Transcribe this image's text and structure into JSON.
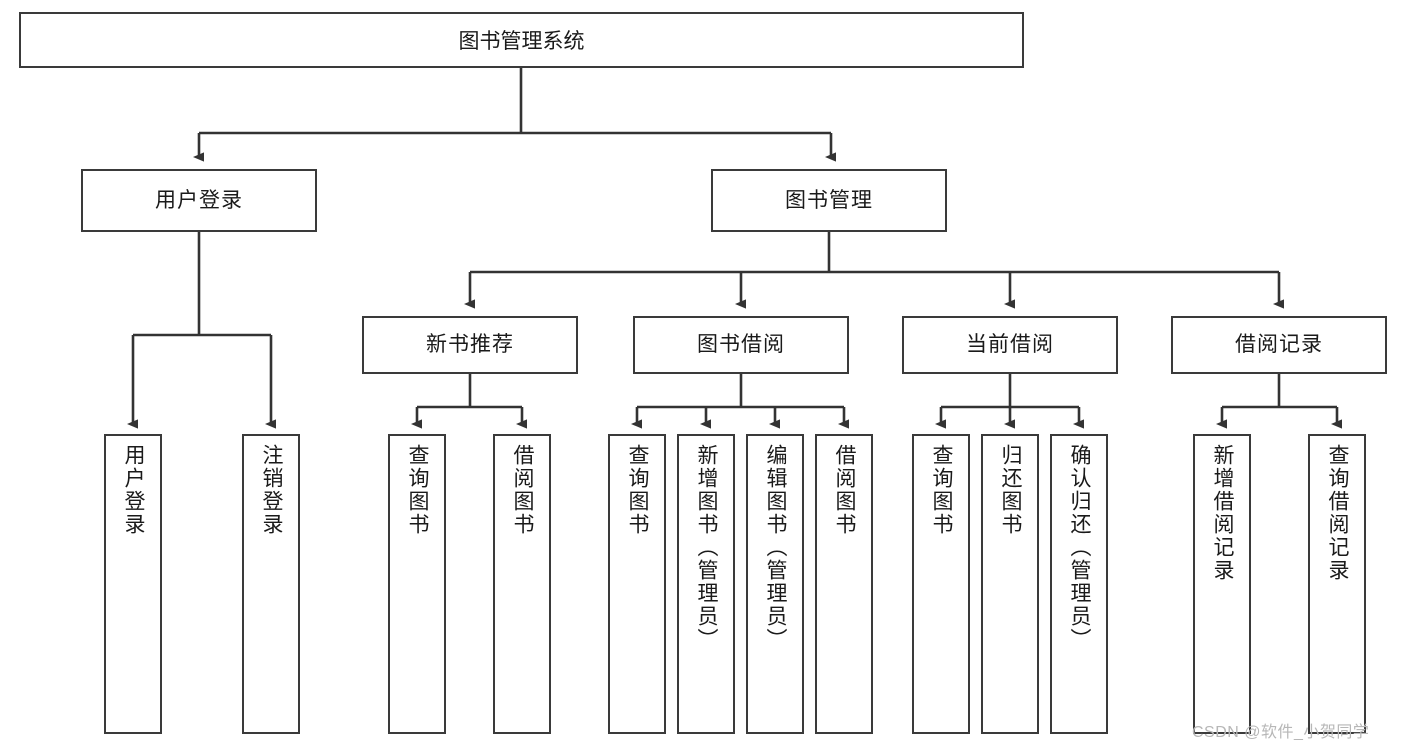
{
  "diagram": {
    "title": "图书管理系统",
    "type": "hierarchy-tree",
    "orientation": "top-down",
    "colors": {
      "box_border": "#3a3a3a",
      "box_fill": "#ffffff",
      "edge": "#333333",
      "text": "#1a1a1a",
      "watermark": "#b7b7b7",
      "background": "#ffffff"
    },
    "root": {
      "id": "root",
      "label": "图书管理系统"
    },
    "level1": [
      {
        "id": "user-login",
        "label": "用户登录"
      },
      {
        "id": "book-manage",
        "label": "图书管理"
      }
    ],
    "level2": [
      {
        "id": "new-book-recommend",
        "label": "新书推荐",
        "parent": "book-manage"
      },
      {
        "id": "book-borrow",
        "label": "图书借阅",
        "parent": "book-manage"
      },
      {
        "id": "current-borrow",
        "label": "当前借阅",
        "parent": "book-manage"
      },
      {
        "id": "borrow-record",
        "label": "借阅记录",
        "parent": "book-manage"
      }
    ],
    "leaves": [
      {
        "id": "leaf-user-login",
        "label": "用户登录",
        "parent": "user-login"
      },
      {
        "id": "leaf-logout",
        "label": "注销登录",
        "parent": "user-login"
      },
      {
        "id": "leaf-query-book-1",
        "label": "查询图书",
        "parent": "new-book-recommend"
      },
      {
        "id": "leaf-borrow-book-1",
        "label": "借阅图书",
        "parent": "new-book-recommend"
      },
      {
        "id": "leaf-query-book-2",
        "label": "查询图书",
        "parent": "book-borrow"
      },
      {
        "id": "leaf-add-book",
        "label": "新增图书（管理员）",
        "parent": "book-borrow"
      },
      {
        "id": "leaf-edit-book",
        "label": "编辑图书（管理员）",
        "parent": "book-borrow"
      },
      {
        "id": "leaf-borrow-book-2",
        "label": "借阅图书",
        "parent": "book-borrow"
      },
      {
        "id": "leaf-query-book-3",
        "label": "查询图书",
        "parent": "current-borrow"
      },
      {
        "id": "leaf-return-book",
        "label": "归还图书",
        "parent": "current-borrow"
      },
      {
        "id": "leaf-confirm-return",
        "label": "确认归还（管理员）",
        "parent": "current-borrow"
      },
      {
        "id": "leaf-add-record",
        "label": "新增借阅记录",
        "parent": "borrow-record"
      },
      {
        "id": "leaf-query-record",
        "label": "查询借阅记录",
        "parent": "borrow-record"
      }
    ]
  },
  "watermark": {
    "text": "CSDN @软件_小贺同学"
  }
}
